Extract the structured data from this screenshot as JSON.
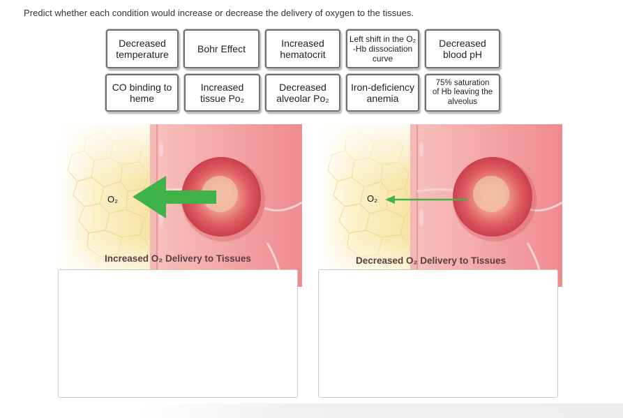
{
  "instruction": "Predict whether each condition would increase or decrease the delivery of oxygen to the tissues.",
  "cards": [
    {
      "line1": "Decreased",
      "line2": "temperature",
      "line3": ""
    },
    {
      "line1": "Bohr Effect",
      "line2": "",
      "line3": ""
    },
    {
      "line1": "Increased",
      "line2": "hematocrit",
      "line3": ""
    },
    {
      "line1": "Left shift in the O₂",
      "line2": "-Hb dissociation",
      "line3": "curve"
    },
    {
      "line1": "Decreased",
      "line2": "blood pH",
      "line3": ""
    },
    {
      "line1": "CO binding to",
      "line2": "heme",
      "line3": ""
    },
    {
      "line1": "Increased",
      "line2": "tissue Po₂",
      "line3": ""
    },
    {
      "line1": "Decreased",
      "line2": "alveolar Po₂",
      "line3": ""
    },
    {
      "line1": "Iron-deficiency",
      "line2": "anemia",
      "line3": ""
    },
    {
      "line1": "75% saturation",
      "line2": "of Hb leaving the",
      "line3": "alveolus"
    }
  ],
  "scenes": {
    "left": {
      "o2": "O₂",
      "caption": "Increased O₂ Delivery to Tissues"
    },
    "right": {
      "o2": "O₂",
      "caption": "Decreased O₂ Delivery to Tissues"
    }
  },
  "colors": {
    "arrow_increase": "#3fb34a",
    "arrow_decrease": "#41b24a",
    "vessel": "#f2a5a5",
    "rbc": "#e0535b",
    "tissue": "#f7e6a8"
  },
  "icons": {
    "arrow_increase": "large-left-arrow-icon",
    "arrow_decrease": "thin-left-arrow-icon"
  }
}
